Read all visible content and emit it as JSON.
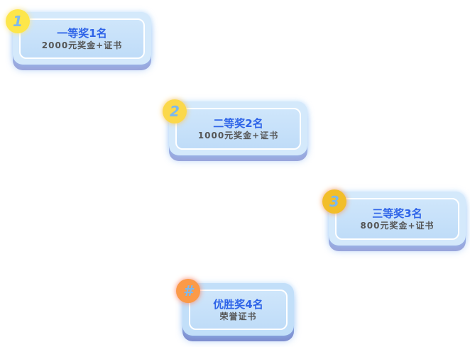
{
  "awards": [
    {
      "badge": "1",
      "title": "一等奖1名",
      "sub": "2000元奖金+证书",
      "color": "#fde64a"
    },
    {
      "badge": "2",
      "title": "二等奖2名",
      "sub": "1000元奖金+证书",
      "color": "#fbd84a"
    },
    {
      "badge": "3",
      "title": "三等奖3名",
      "sub": "800元奖金+证书",
      "color": "#f2be2a"
    },
    {
      "badge": "#",
      "title": "优胜奖4名",
      "sub": "荣誉证书",
      "color": "#fb9a48"
    }
  ]
}
